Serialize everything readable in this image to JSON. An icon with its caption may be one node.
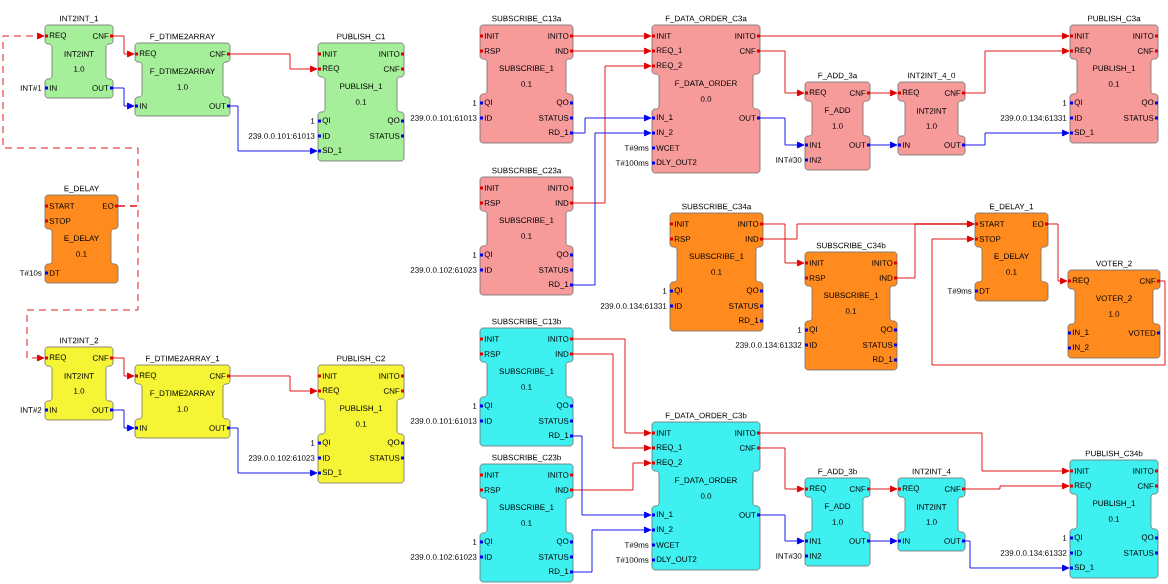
{
  "diagram": {
    "nodes": [
      {
        "text": [
          "INT2INT_1",
          "REQ",
          "CNF",
          "INT2INT",
          "1.0",
          "IN",
          "OUT"
        ],
        "beside": [
          "INT#1"
        ]
      },
      {
        "text": [
          "F_DTIME2ARRAY",
          "REQ",
          "CNF",
          "F_DTIME2ARRAY",
          "1.0",
          "IN",
          "OUT"
        ]
      },
      {
        "text": [
          "PUBLISH_C1",
          "INIT",
          "REQ",
          "INITO",
          "CNF",
          "PUBLISH_1",
          "0.1",
          "QI",
          "ID",
          "SD_1",
          "QO",
          "STATUS"
        ],
        "beside": [
          "1",
          "239.0.0.101:61013"
        ]
      },
      {
        "text": [
          "E_DELAY",
          "START",
          "STOP",
          "EO",
          "E_DELAY",
          "0.1",
          "DT"
        ],
        "beside": [
          "T#10s"
        ]
      },
      {
        "text": [
          "INT2INT_2",
          "REQ",
          "CNF",
          "INT2INT",
          "1.0",
          "IN",
          "OUT"
        ],
        "beside": [
          "INT#2"
        ]
      },
      {
        "text": [
          "F_DTIME2ARRAY_1",
          "REQ",
          "CNF",
          "F_DTIME2ARRAY",
          "1.0",
          "IN",
          "OUT"
        ]
      },
      {
        "text": [
          "PUBLISH_C2",
          "INIT",
          "REQ",
          "INITO",
          "CNF",
          "PUBLISH_1",
          "0.1",
          "QI",
          "ID",
          "SD_1",
          "QO",
          "STATUS"
        ],
        "beside": [
          "1",
          "239.0.0.102:61023"
        ]
      },
      {
        "text": [
          "SUBSCRIBE_C13a",
          "INIT",
          "RSP",
          "INITO",
          "IND",
          "SUBSCRIBE_1",
          "0.1",
          "QI",
          "ID",
          "QO",
          "STATUS",
          "RD_1"
        ],
        "beside": [
          "1",
          "239.0.0.101:61013"
        ]
      },
      {
        "text": [
          "SUBSCRIBE_C23a",
          "INIT",
          "RSP",
          "INITO",
          "IND",
          "SUBSCRIBE_1",
          "0.1",
          "QI",
          "ID",
          "QO",
          "STATUS",
          "RD_1"
        ],
        "beside": [
          "1",
          "239.0.0.102:61023"
        ]
      },
      {
        "text": [
          "F_DATA_ORDER_C3a",
          "INIT",
          "REQ_1",
          "REQ_2",
          "INITO",
          "CNF",
          "F_DATA_ORDER",
          "0.0",
          "IN_1",
          "IN_2",
          "WCET",
          "DLY_OUT2",
          "OUT"
        ],
        "beside": [
          "T#9ms",
          "T#100ms"
        ]
      },
      {
        "text": [
          "F_ADD_3a",
          "REQ",
          "CNF",
          "F_ADD",
          "1.0",
          "IN1",
          "IN2",
          "OUT"
        ],
        "beside": [
          "INT#30"
        ]
      },
      {
        "text": [
          "INT2INT_4_0",
          "REQ",
          "CNF",
          "INT2INT",
          "1.0",
          "IN",
          "OUT"
        ]
      },
      {
        "text": [
          "PUBLISH_C3a",
          "INIT",
          "REQ",
          "INITO",
          "CNF",
          "PUBLISH_1",
          "0.1",
          "QI",
          "ID",
          "SD_1",
          "QO",
          "STATUS"
        ],
        "beside": [
          "1",
          "239.0.0.134:61331"
        ]
      },
      {
        "text": [
          "SUBSCRIBE_C34a",
          "INIT",
          "RSP",
          "INITO",
          "IND",
          "SUBSCRIBE_1",
          "0.1",
          "QI",
          "ID",
          "QO",
          "STATUS",
          "RD_1"
        ],
        "beside": [
          "1",
          "239.0.0.134:61331"
        ]
      },
      {
        "text": [
          "SUBSCRIBE_C34b",
          "INIT",
          "RSP",
          "INITO",
          "IND",
          "SUBSCRIBE_1",
          "0.1",
          "QI",
          "ID",
          "QO",
          "STATUS",
          "RD_1"
        ],
        "beside": [
          "1",
          "239.0.0.134:61332"
        ]
      },
      {
        "text": [
          "E_DELAY_1",
          "START",
          "STOP",
          "EO",
          "E_DELAY",
          "0.1",
          "DT"
        ],
        "beside": [
          "T#9ms"
        ]
      },
      {
        "text": [
          "VOTER_2",
          "REQ",
          "CNF",
          "VOTER_2",
          "1.0",
          "IN_1",
          "IN_2",
          "VOTED"
        ]
      },
      {
        "text": [
          "SUBSCRIBE_C13b",
          "INIT",
          "RSP",
          "INITO",
          "IND",
          "SUBSCRIBE_1",
          "0.1",
          "QI",
          "ID",
          "QO",
          "STATUS",
          "RD_1"
        ],
        "beside": [
          "1",
          "239.0.0.101:61013"
        ]
      },
      {
        "text": [
          "SUBSCRIBE_C23b",
          "INIT",
          "RSP",
          "INITO",
          "IND",
          "SUBSCRIBE_1",
          "0.1",
          "QI",
          "ID",
          "QO",
          "STATUS",
          "RD_1"
        ],
        "beside": [
          "1",
          "239.0.0.102:61023"
        ]
      },
      {
        "text": [
          "F_DATA_ORDER_C3b",
          "INIT",
          "REQ_1",
          "REQ_2",
          "INITO",
          "CNF",
          "F_DATA_ORDER",
          "0.0",
          "IN_1",
          "IN_2",
          "WCET",
          "DLY_OUT2",
          "OUT"
        ],
        "beside": [
          "T#9ms",
          "T#100ms"
        ]
      },
      {
        "text": [
          "F_ADD_3b",
          "REQ",
          "CNF",
          "F_ADD",
          "1.0",
          "IN1",
          "IN2",
          "OUT"
        ],
        "beside": [
          "INT#30"
        ]
      },
      {
        "text": [
          "INT2INT_4",
          "REQ",
          "CNF",
          "INT2INT",
          "1.0",
          "IN",
          "OUT"
        ]
      },
      {
        "text": [
          "PUBLISH_C34b",
          "INIT",
          "REQ",
          "INITO",
          "CNF",
          "PUBLISH_1",
          "0.1",
          "QI",
          "ID",
          "SD_1",
          "QO",
          "STATUS"
        ],
        "beside": [
          "1",
          "239.0.0.134:61332"
        ]
      }
    ],
    "edges": [
      {
        "from": 3,
        "to": 0,
        "arrow": "to",
        "style": "dashed"
      },
      {
        "from": 0,
        "to": 1,
        "arrow": "to"
      },
      {
        "from": 0,
        "to": 1,
        "arrow": "to",
        "color": "#0000ee"
      },
      {
        "from": 1,
        "to": 2,
        "arrow": "to"
      },
      {
        "from": 1,
        "to": 2,
        "arrow": "to",
        "color": "#0000ee"
      },
      {
        "from": 3,
        "to": 4,
        "arrow": "to",
        "style": "dashed"
      },
      {
        "from": 4,
        "to": 5,
        "arrow": "to"
      },
      {
        "from": 4,
        "to": 5,
        "arrow": "to",
        "color": "#0000ee"
      },
      {
        "from": 5,
        "to": 6,
        "arrow": "to"
      },
      {
        "from": 5,
        "to": 6,
        "arrow": "to",
        "color": "#0000ee"
      },
      {
        "from": 7,
        "to": 9,
        "arrow": "to"
      },
      {
        "from": 7,
        "to": 9,
        "arrow": "to"
      },
      {
        "from": 8,
        "to": 9,
        "arrow": "to"
      },
      {
        "from": 7,
        "to": 9,
        "arrow": "to",
        "color": "#0000ee"
      },
      {
        "from": 8,
        "to": 9,
        "arrow": "to",
        "color": "#0000ee"
      },
      {
        "from": 9,
        "to": 12,
        "arrow": "to"
      },
      {
        "from": 9,
        "to": 10,
        "arrow": "to"
      },
      {
        "from": 9,
        "to": 10,
        "arrow": "to",
        "color": "#0000ee"
      },
      {
        "from": 10,
        "to": 11,
        "arrow": "to"
      },
      {
        "from": 10,
        "to": 11,
        "arrow": "to",
        "color": "#0000ee"
      },
      {
        "from": 11,
        "to": 12,
        "arrow": "to"
      },
      {
        "from": 11,
        "to": 12,
        "arrow": "to",
        "color": "#0000ee"
      },
      {
        "from": 13,
        "to": 14,
        "arrow": "to"
      },
      {
        "from": 13,
        "to": 15,
        "arrow": "to"
      },
      {
        "from": 14,
        "to": 15,
        "arrow": "to"
      },
      {
        "from": 15,
        "to": 16,
        "arrow": "to"
      },
      {
        "from": 16,
        "to": 15,
        "arrow": "to"
      },
      {
        "from": 17,
        "to": 19,
        "arrow": "to"
      },
      {
        "from": 17,
        "to": 19,
        "arrow": "to"
      },
      {
        "from": 18,
        "to": 19,
        "arrow": "to"
      },
      {
        "from": 17,
        "to": 19,
        "arrow": "to",
        "color": "#0000ee"
      },
      {
        "from": 18,
        "to": 19,
        "arrow": "to",
        "color": "#0000ee"
      },
      {
        "from": 19,
        "to": 22,
        "arrow": "to"
      },
      {
        "from": 19,
        "to": 20,
        "arrow": "to"
      },
      {
        "from": 19,
        "to": 20,
        "arrow": "to",
        "color": "#0000ee"
      },
      {
        "from": 20,
        "to": 21,
        "arrow": "to"
      },
      {
        "from": 20,
        "to": 21,
        "arrow": "to",
        "color": "#0000ee"
      },
      {
        "from": 21,
        "to": 22,
        "arrow": "to"
      },
      {
        "from": 21,
        "to": 22,
        "arrow": "to",
        "color": "#0000ee"
      }
    ]
  }
}
